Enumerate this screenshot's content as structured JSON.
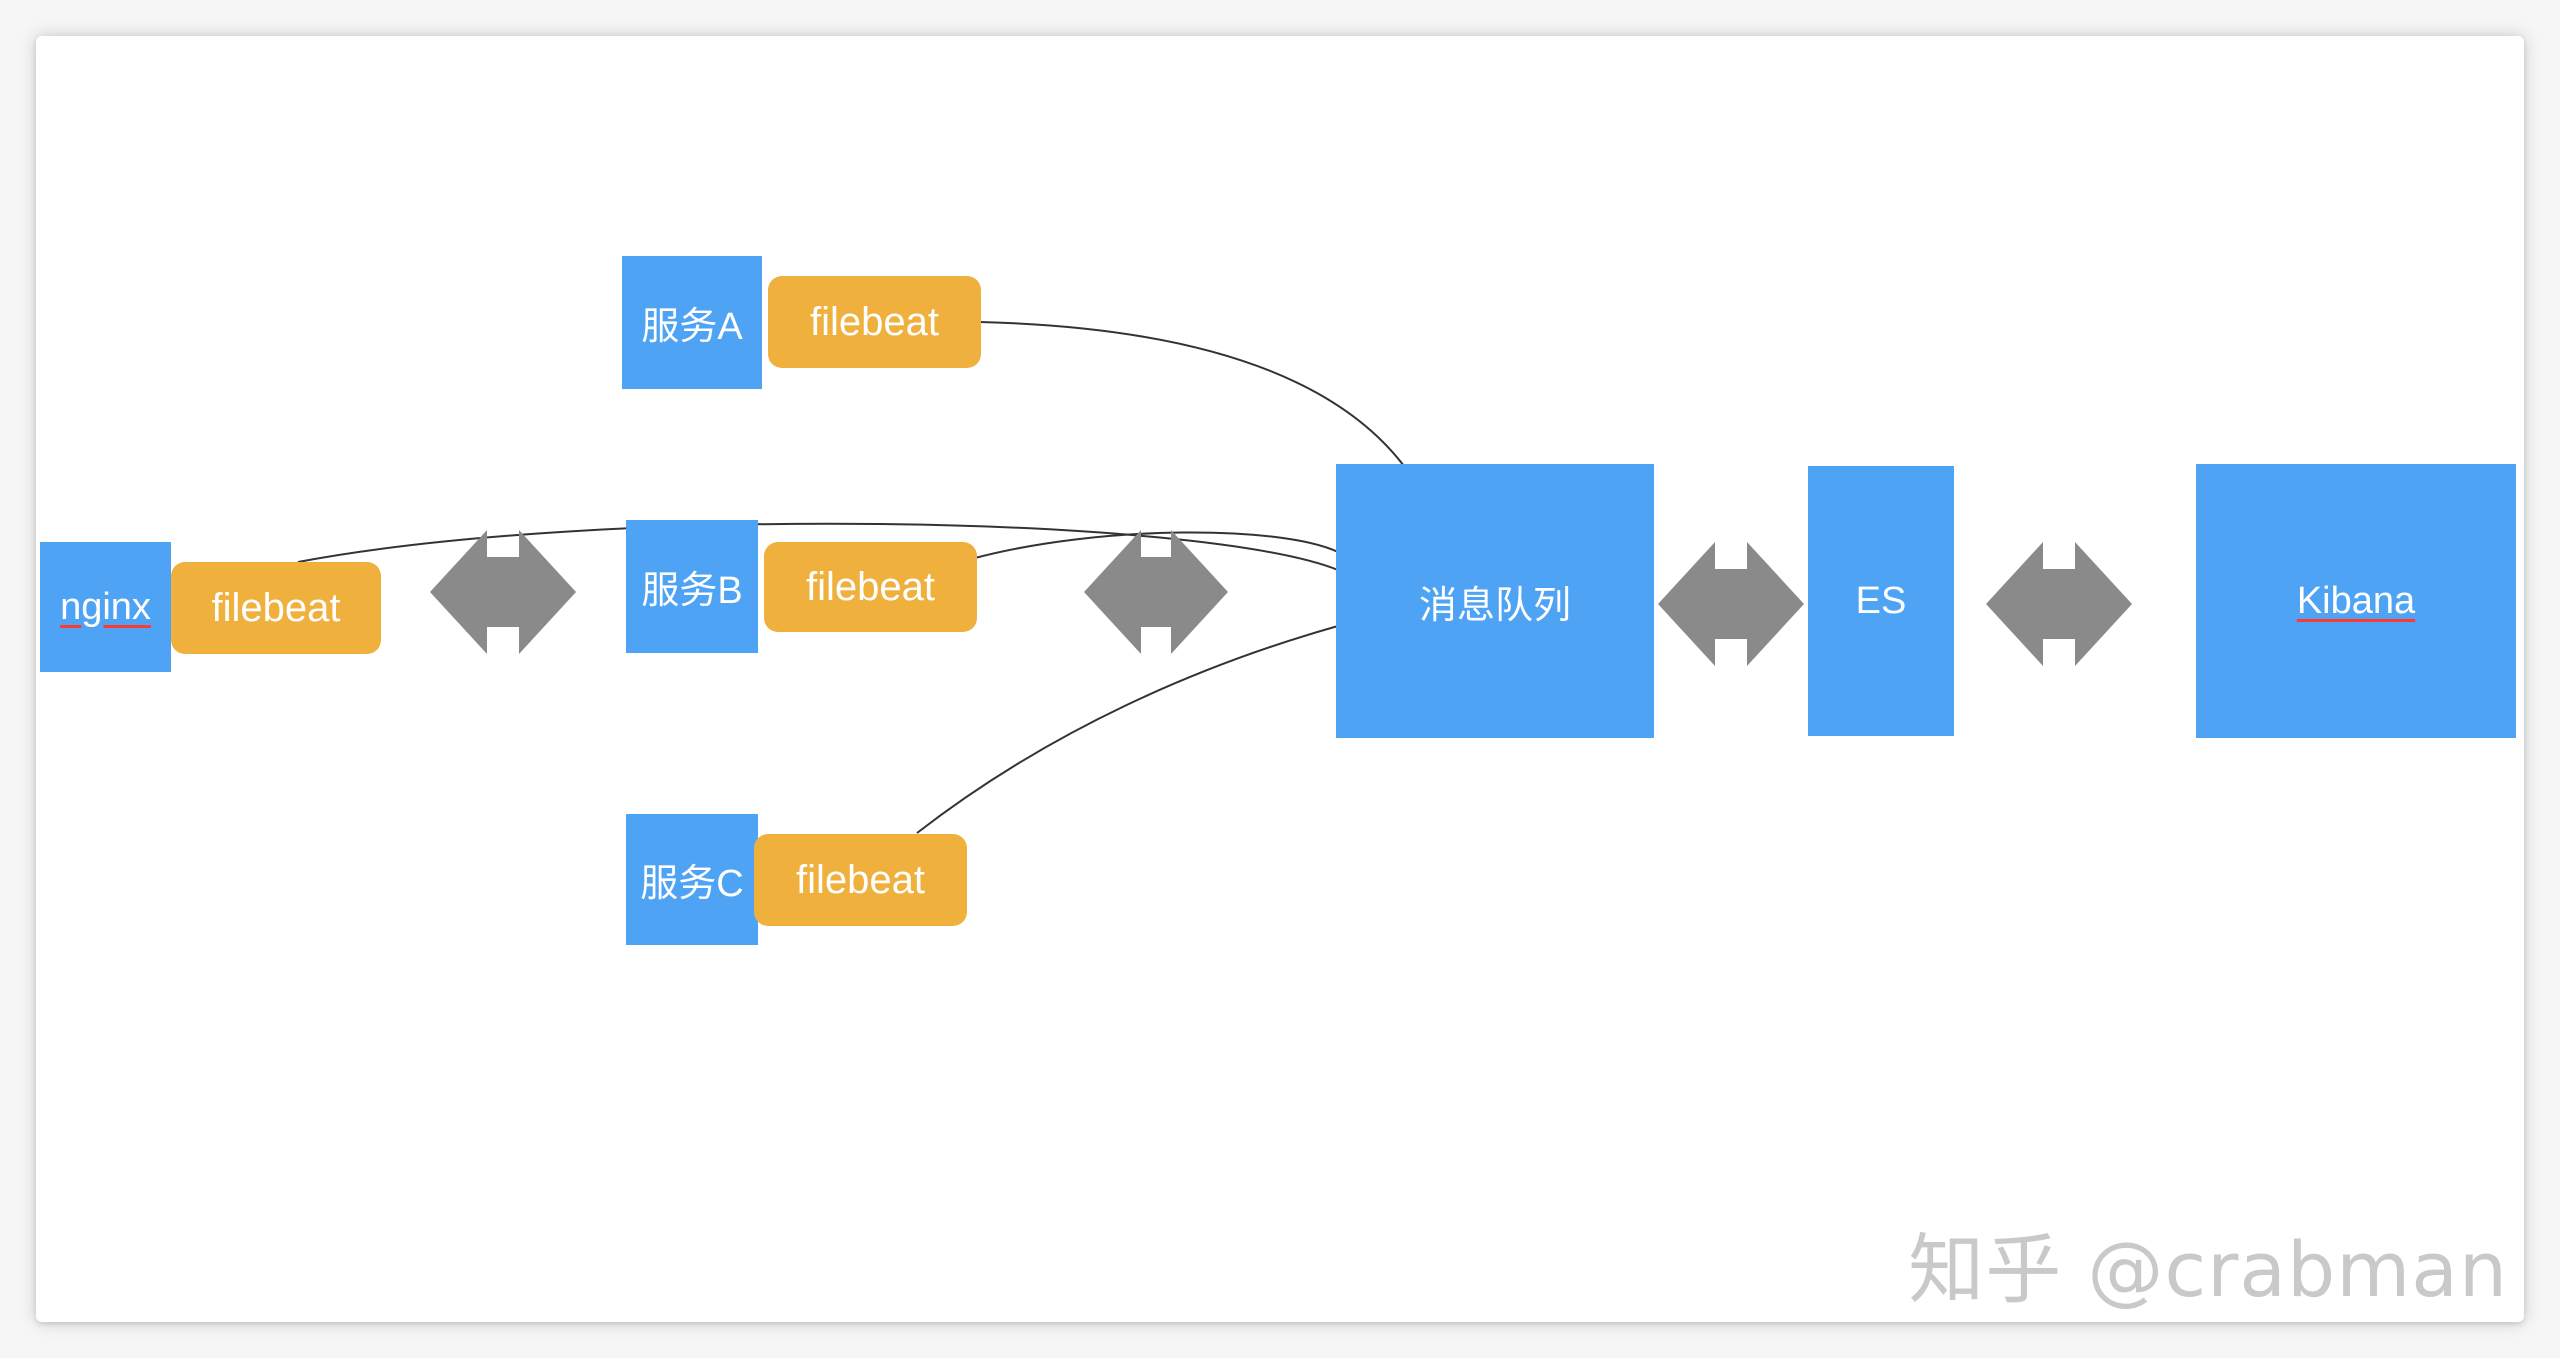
{
  "nodes": {
    "nginx": "nginx",
    "service_a": "服务A",
    "service_b": "服务B",
    "service_c": "服务C",
    "filebeat": "filebeat",
    "queue": "消息队列",
    "es": "ES",
    "kibana": "Kibana"
  },
  "watermark": "知乎 @crabman",
  "colors": {
    "node_blue": "#4fa3f5",
    "agent_orange": "#f0b03d",
    "arrow_gray": "#8a8a8a",
    "line": "#333333"
  }
}
